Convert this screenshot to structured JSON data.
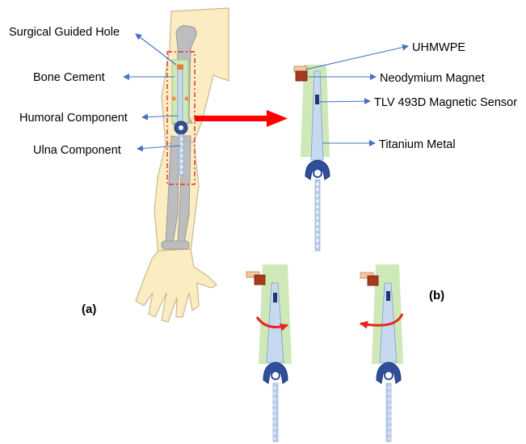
{
  "left_labels": {
    "surgical_hole": "Surgical Guided Hole",
    "bone_cement": "Bone Cement",
    "humoral": "Humoral Component",
    "ulna": "Ulna Component"
  },
  "right_labels": {
    "uhmwpe": "UHMWPE",
    "magnet": "Neodymium Magnet",
    "sensor": "TLV 493D Magnetic Sensor",
    "titanium": "Titanium Metal"
  },
  "panel_labels": {
    "a": "(a)",
    "b": "(b)"
  },
  "colors": {
    "leader_arrow": "#4472c4",
    "main_arrow": "#ff0000",
    "rotation_arrow": "#e8231f",
    "skin": "#fbecc2",
    "bone": "#bdbdbd",
    "tissue": "#cfe8b8",
    "implant_stem": "#c7d9ee",
    "implant_joint": "#2f4f9c",
    "dashed_box": "#e03030"
  }
}
